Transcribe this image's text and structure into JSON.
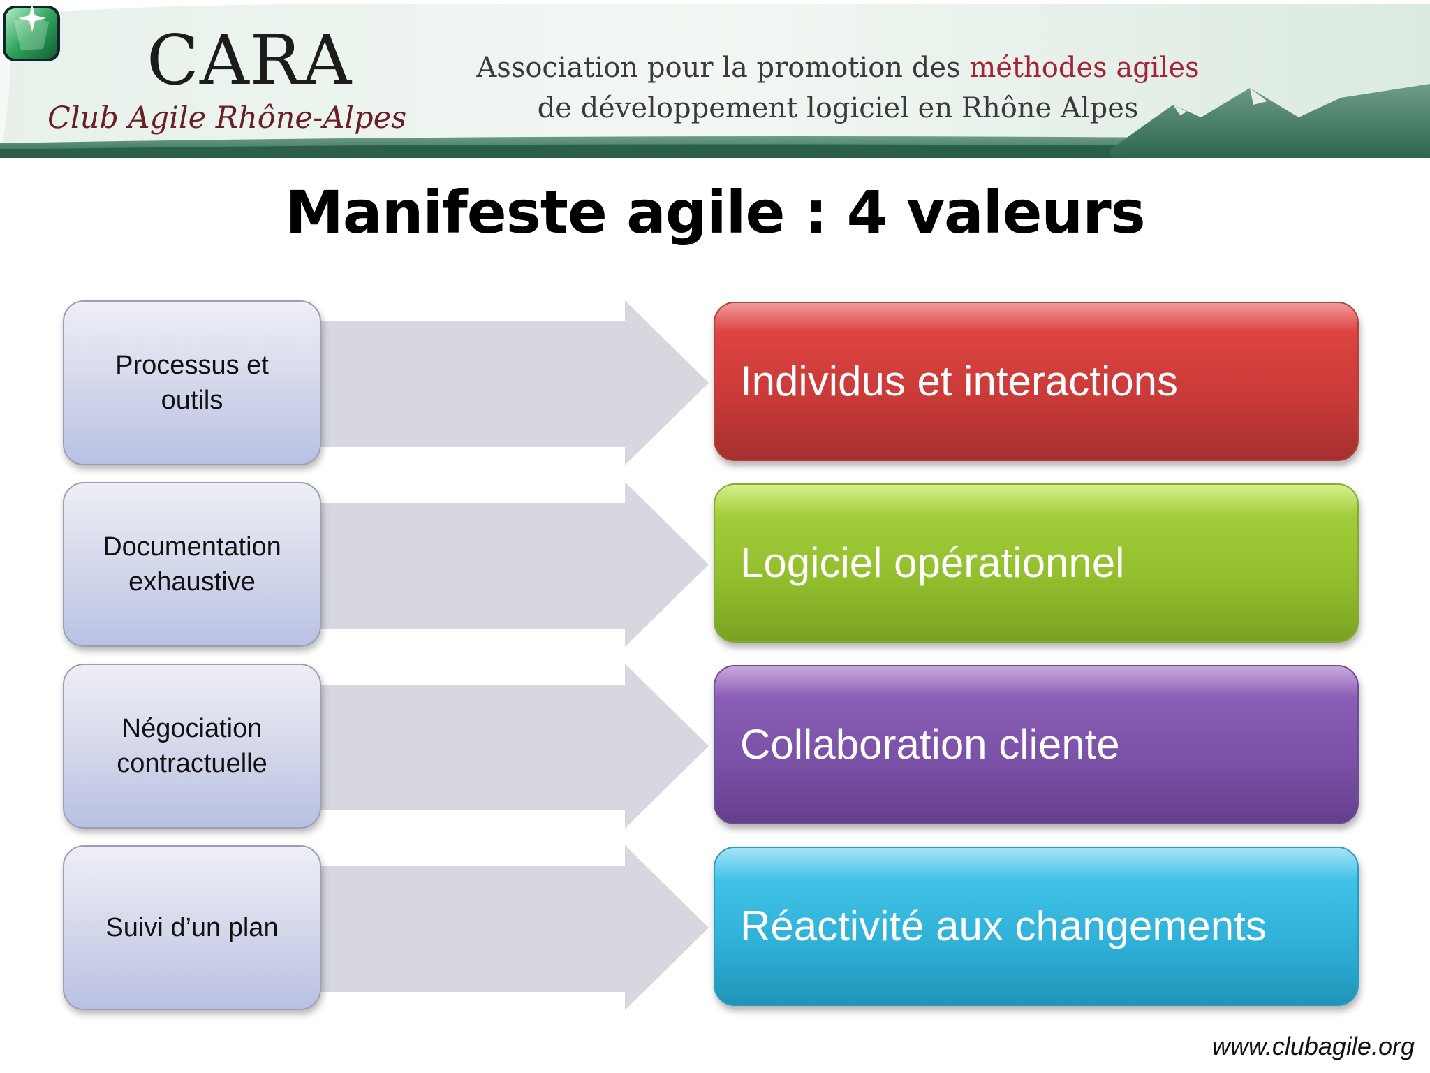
{
  "header": {
    "logo_name": "CARA",
    "logo_subtitle": "Club Agile Rhône-Alpes",
    "tagline_line1_prefix": "Association pour la promotion des ",
    "tagline_line1_highlight": "méthodes agiles",
    "tagline_line2": "de développement logiciel en Rhône Alpes",
    "highlight_color": "#a32434"
  },
  "title": "Manifeste agile : 4 valeurs",
  "values": [
    {
      "left": "Processus et\noutils",
      "right": "Individus et interactions",
      "color": "#dc4442"
    },
    {
      "left": "Documentation\nexhaustive",
      "right": "Logiciel opérationnel",
      "color": "#a2cc3a"
    },
    {
      "left": "Négociation\ncontractuelle",
      "right": "Collaboration cliente",
      "color": "#8a5eb6"
    },
    {
      "left": "Suivi d’un plan",
      "right": "Réactivité aux changements",
      "color": "#41c2e6"
    }
  ],
  "footer": {
    "url": "www.clubagile.org"
  }
}
